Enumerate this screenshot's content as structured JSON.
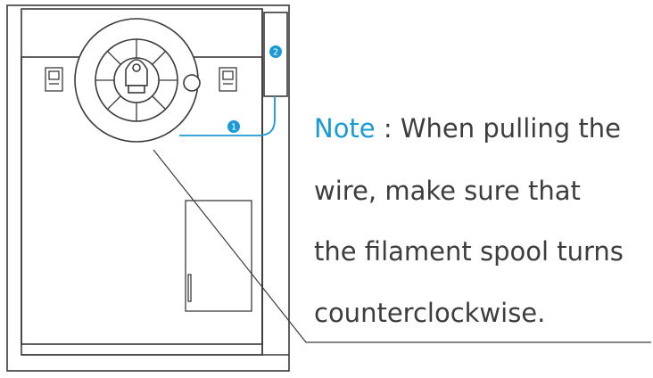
{
  "note": {
    "label": "Note",
    "separator": " : ",
    "lines": [
      "When pulling the",
      "wire, make sure that",
      "the filament spool turns",
      "counterclockwise."
    ]
  },
  "callouts": [
    {
      "number": "1"
    },
    {
      "number": "2"
    }
  ],
  "colors": {
    "accent": "#1a9ad6",
    "stroke": "#3a3a3a",
    "text": "#3d3d3d"
  }
}
